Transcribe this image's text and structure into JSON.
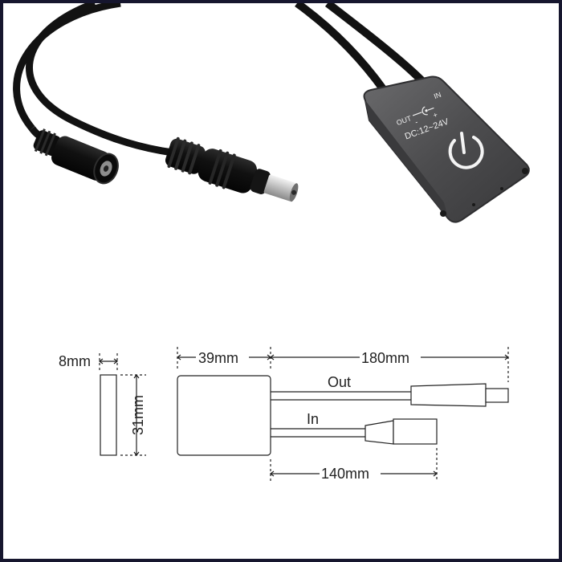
{
  "device": {
    "label_out": "OUT",
    "label_in": "IN",
    "label_minus": "-",
    "label_plus": "+",
    "label_voltage": "DC:12~24V"
  },
  "drawing": {
    "thickness": "8mm",
    "height": "31mm",
    "body_length": "39mm",
    "out_length": "180mm",
    "in_length": "140mm",
    "out_label": "Out",
    "in_label": "In"
  },
  "colors": {
    "frame": "#16162e",
    "cable": "#121212",
    "housing": "#4a4a4c",
    "line": "#222222"
  }
}
